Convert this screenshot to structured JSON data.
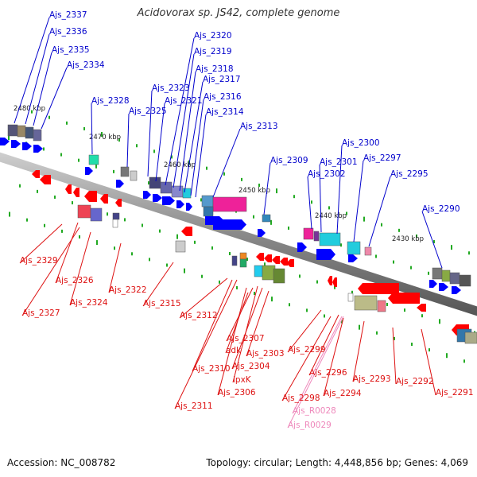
{
  "title": "Acidovorax sp. JS42, complete genome",
  "footer": {
    "accession": "Accession: NC_008782",
    "summary": "Topology: circular; Length: 4,448,856 bp; Genes: 4,069"
  },
  "scale_labels": [
    "2480 kbp",
    "2470 kbp",
    "2460 kbp",
    "2450 kbp",
    "2440 kbp",
    "2430 kbp"
  ],
  "labels_top": [
    "Ajs_2337",
    "Ajs_2336",
    "Ajs_2335",
    "Ajs_2334",
    "Ajs_2328",
    "Ajs_2325",
    "Ajs_2323",
    "Ajs_2321",
    "Ajs_2320",
    "Ajs_2319",
    "Ajs_2318",
    "Ajs_2317",
    "Ajs_2316",
    "Ajs_2314",
    "Ajs_2313",
    "Ajs_2309",
    "Ajs_2302",
    "Ajs_2301",
    "Ajs_2300",
    "Ajs_2297",
    "Ajs_2295",
    "Ajs_2290"
  ],
  "labels_bottom": [
    "Ajs_2329",
    "Ajs_2326",
    "Ajs_2327",
    "Ajs_2324",
    "Ajs_2322",
    "Ajs_2315",
    "Ajs_2312",
    "Ajs_2307",
    "adk",
    "Ajs_2303",
    "Ajs_2304",
    "Ajs_2310",
    "lpxK",
    "Ajs_2306",
    "Ajs_2311",
    "Ajs_2299",
    "Ajs_2296",
    "Ajs_2293",
    "Ajs_2294",
    "Ajs_2298",
    "Ajs_2292",
    "Ajs_2291"
  ],
  "labels_rna": [
    "Ajs_R0028",
    "Ajs_R0029"
  ],
  "colors": {
    "forward": "#0000ff",
    "reverse": "#ff0000",
    "rna": "#ee88bb",
    "backbone": "#888888",
    "tick": "#22aa22"
  }
}
